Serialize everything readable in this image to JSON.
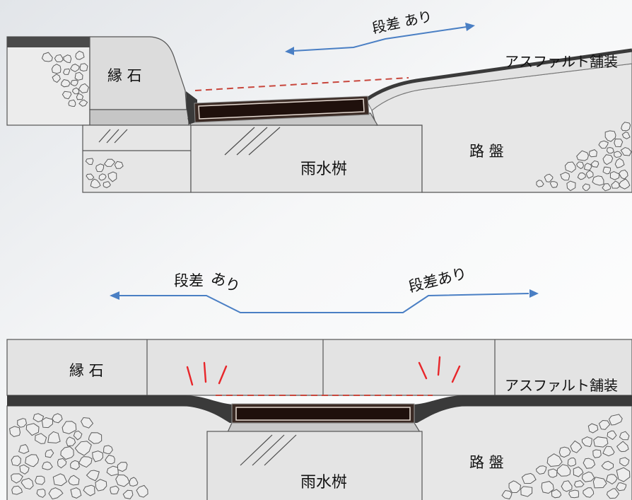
{
  "top_section": {
    "step_label": "段差 あり",
    "curb_label": "縁 石",
    "asphalt_label": "アスファルト舗装",
    "roadbed_label": "路 盤",
    "basin_label": "雨水桝"
  },
  "bottom_section": {
    "step_label_left": {
      "main": "段差",
      "tail": "あり"
    },
    "step_label_right": "段差あり",
    "curb_label": "縁 石",
    "asphalt_label": "アスファルト舗装",
    "roadbed_label": "路 盤",
    "basin_label": "雨水桝"
  },
  "colors": {
    "arrow": "#4a7fc4",
    "dashed_level_line": "#c8463c",
    "impact_marks": "#e8262a",
    "grate": "#1f100c",
    "asphalt": "#3a3a3a"
  }
}
